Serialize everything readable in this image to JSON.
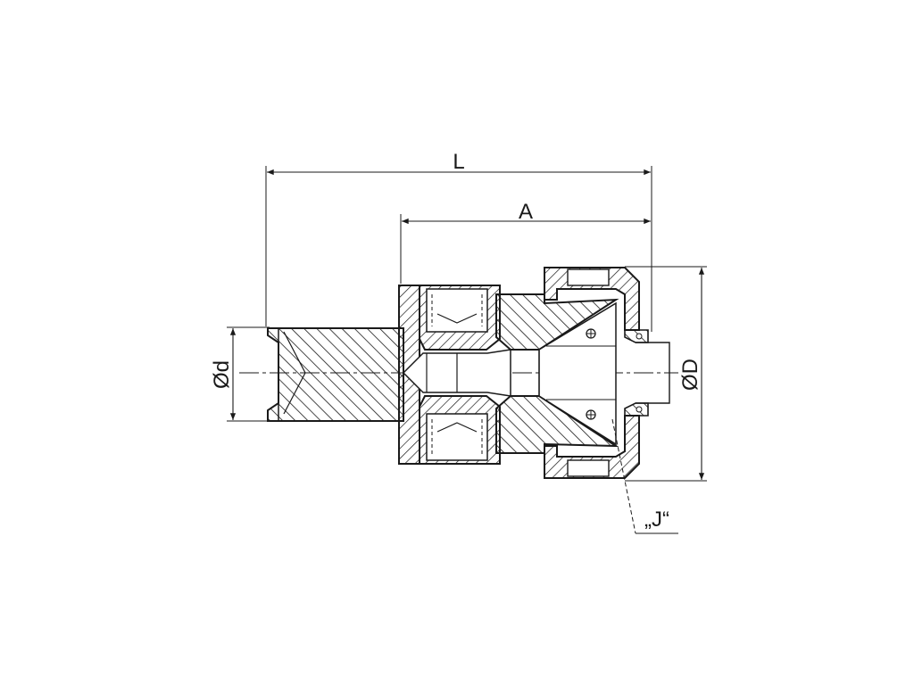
{
  "drawing": {
    "dimensions": {
      "overall_length": "L",
      "length_a": "A",
      "shank_diameter": "Ød",
      "head_diameter": "ØD"
    },
    "detail_callout": "„J“"
  },
  "colors": {
    "ink": "#1a1a1a",
    "background": "#ffffff"
  }
}
